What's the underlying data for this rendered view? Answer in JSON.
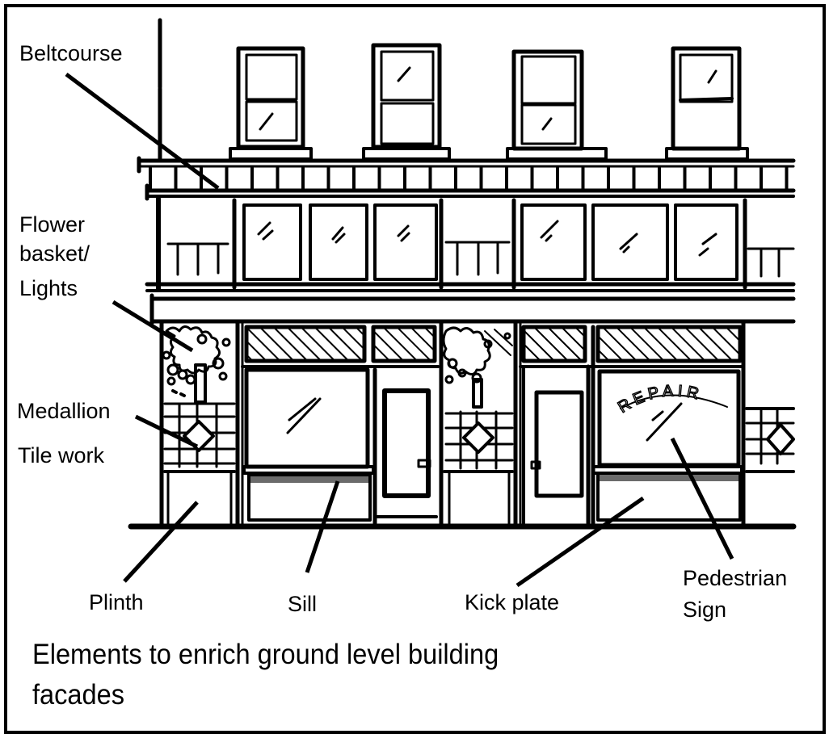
{
  "diagram": {
    "caption": {
      "line1": "Elements to enrich ground level building",
      "line2": "facades"
    },
    "labels": {
      "beltcourse": "Beltcourse",
      "flower_line1": "Flower",
      "flower_line2": "basket/",
      "flower_line3": "Lights",
      "medallion": "Medallion",
      "tile_work": "Tile work",
      "plinth": "Plinth",
      "sill": "Sill",
      "kick_plate": "Kick plate",
      "pedestrian_sign_line1": "Pedestrian",
      "pedestrian_sign_line2": "Sign"
    },
    "storefront_sign_text": "REPAIR",
    "colors": {
      "ink": "#000000",
      "paper": "#ffffff",
      "kick_plate_fill": "#6b6b6b"
    }
  }
}
